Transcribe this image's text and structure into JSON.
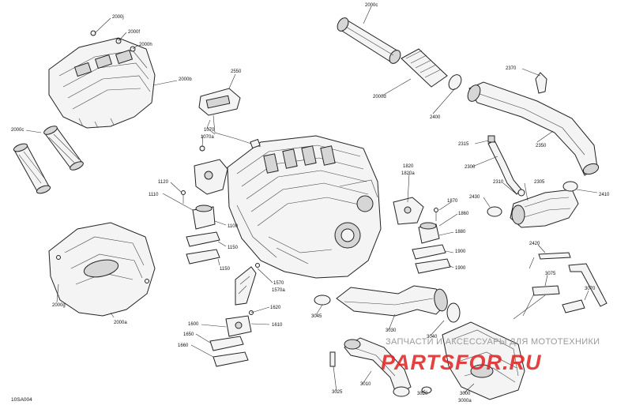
{
  "labels": {
    "l2000j": "2000j",
    "l2000f": "2000f",
    "l2000h": "2000h",
    "l2000b": "2000b",
    "l2000c_left": "2000c",
    "l2000c_top": "2000c",
    "l2000d": "2000d",
    "l2000a": "2000a",
    "l2000g": "2000g",
    "l2550": "2550",
    "l1070": "1070",
    "l1070a": "1070a",
    "l1120": "1120",
    "l1110": "1110",
    "l1100": "1100",
    "l1150a": "1150",
    "l1150b": "1150",
    "l1570": "1570",
    "l1570a": "1570a",
    "l1620": "1620",
    "l1610": "1610",
    "l1600": "1600",
    "l1650": "1650",
    "l1660": "1660",
    "l1820": "1820",
    "l1820a": "1820a",
    "l1870": "1870",
    "l1860": "1860",
    "l1880": "1880",
    "l1900a": "1900",
    "l1900b": "1900",
    "l2400": "2400",
    "l2370": "2370",
    "l2350": "2350",
    "l2315": "2315",
    "l2300": "2300",
    "l2310": "2310",
    "l2305": "2305",
    "l2430": "2430",
    "l2410": "2410",
    "l2420": "2420",
    "l3075": "3075",
    "l3070": "3070",
    "l3045": "3045",
    "l3030": "3030",
    "l3040": "3040",
    "l3010": "3010",
    "l3025": "3025",
    "l3020": "3020",
    "l3000": "3000",
    "l3000a": "3000a"
  },
  "figure_code": "10SA004",
  "watermark": {
    "caption": "ЗАПЧАСТИ И АКСЕССУАРЫ ДЛЯ МОТОТЕХНИКИ",
    "logo": "PARTSFOR.RU"
  }
}
